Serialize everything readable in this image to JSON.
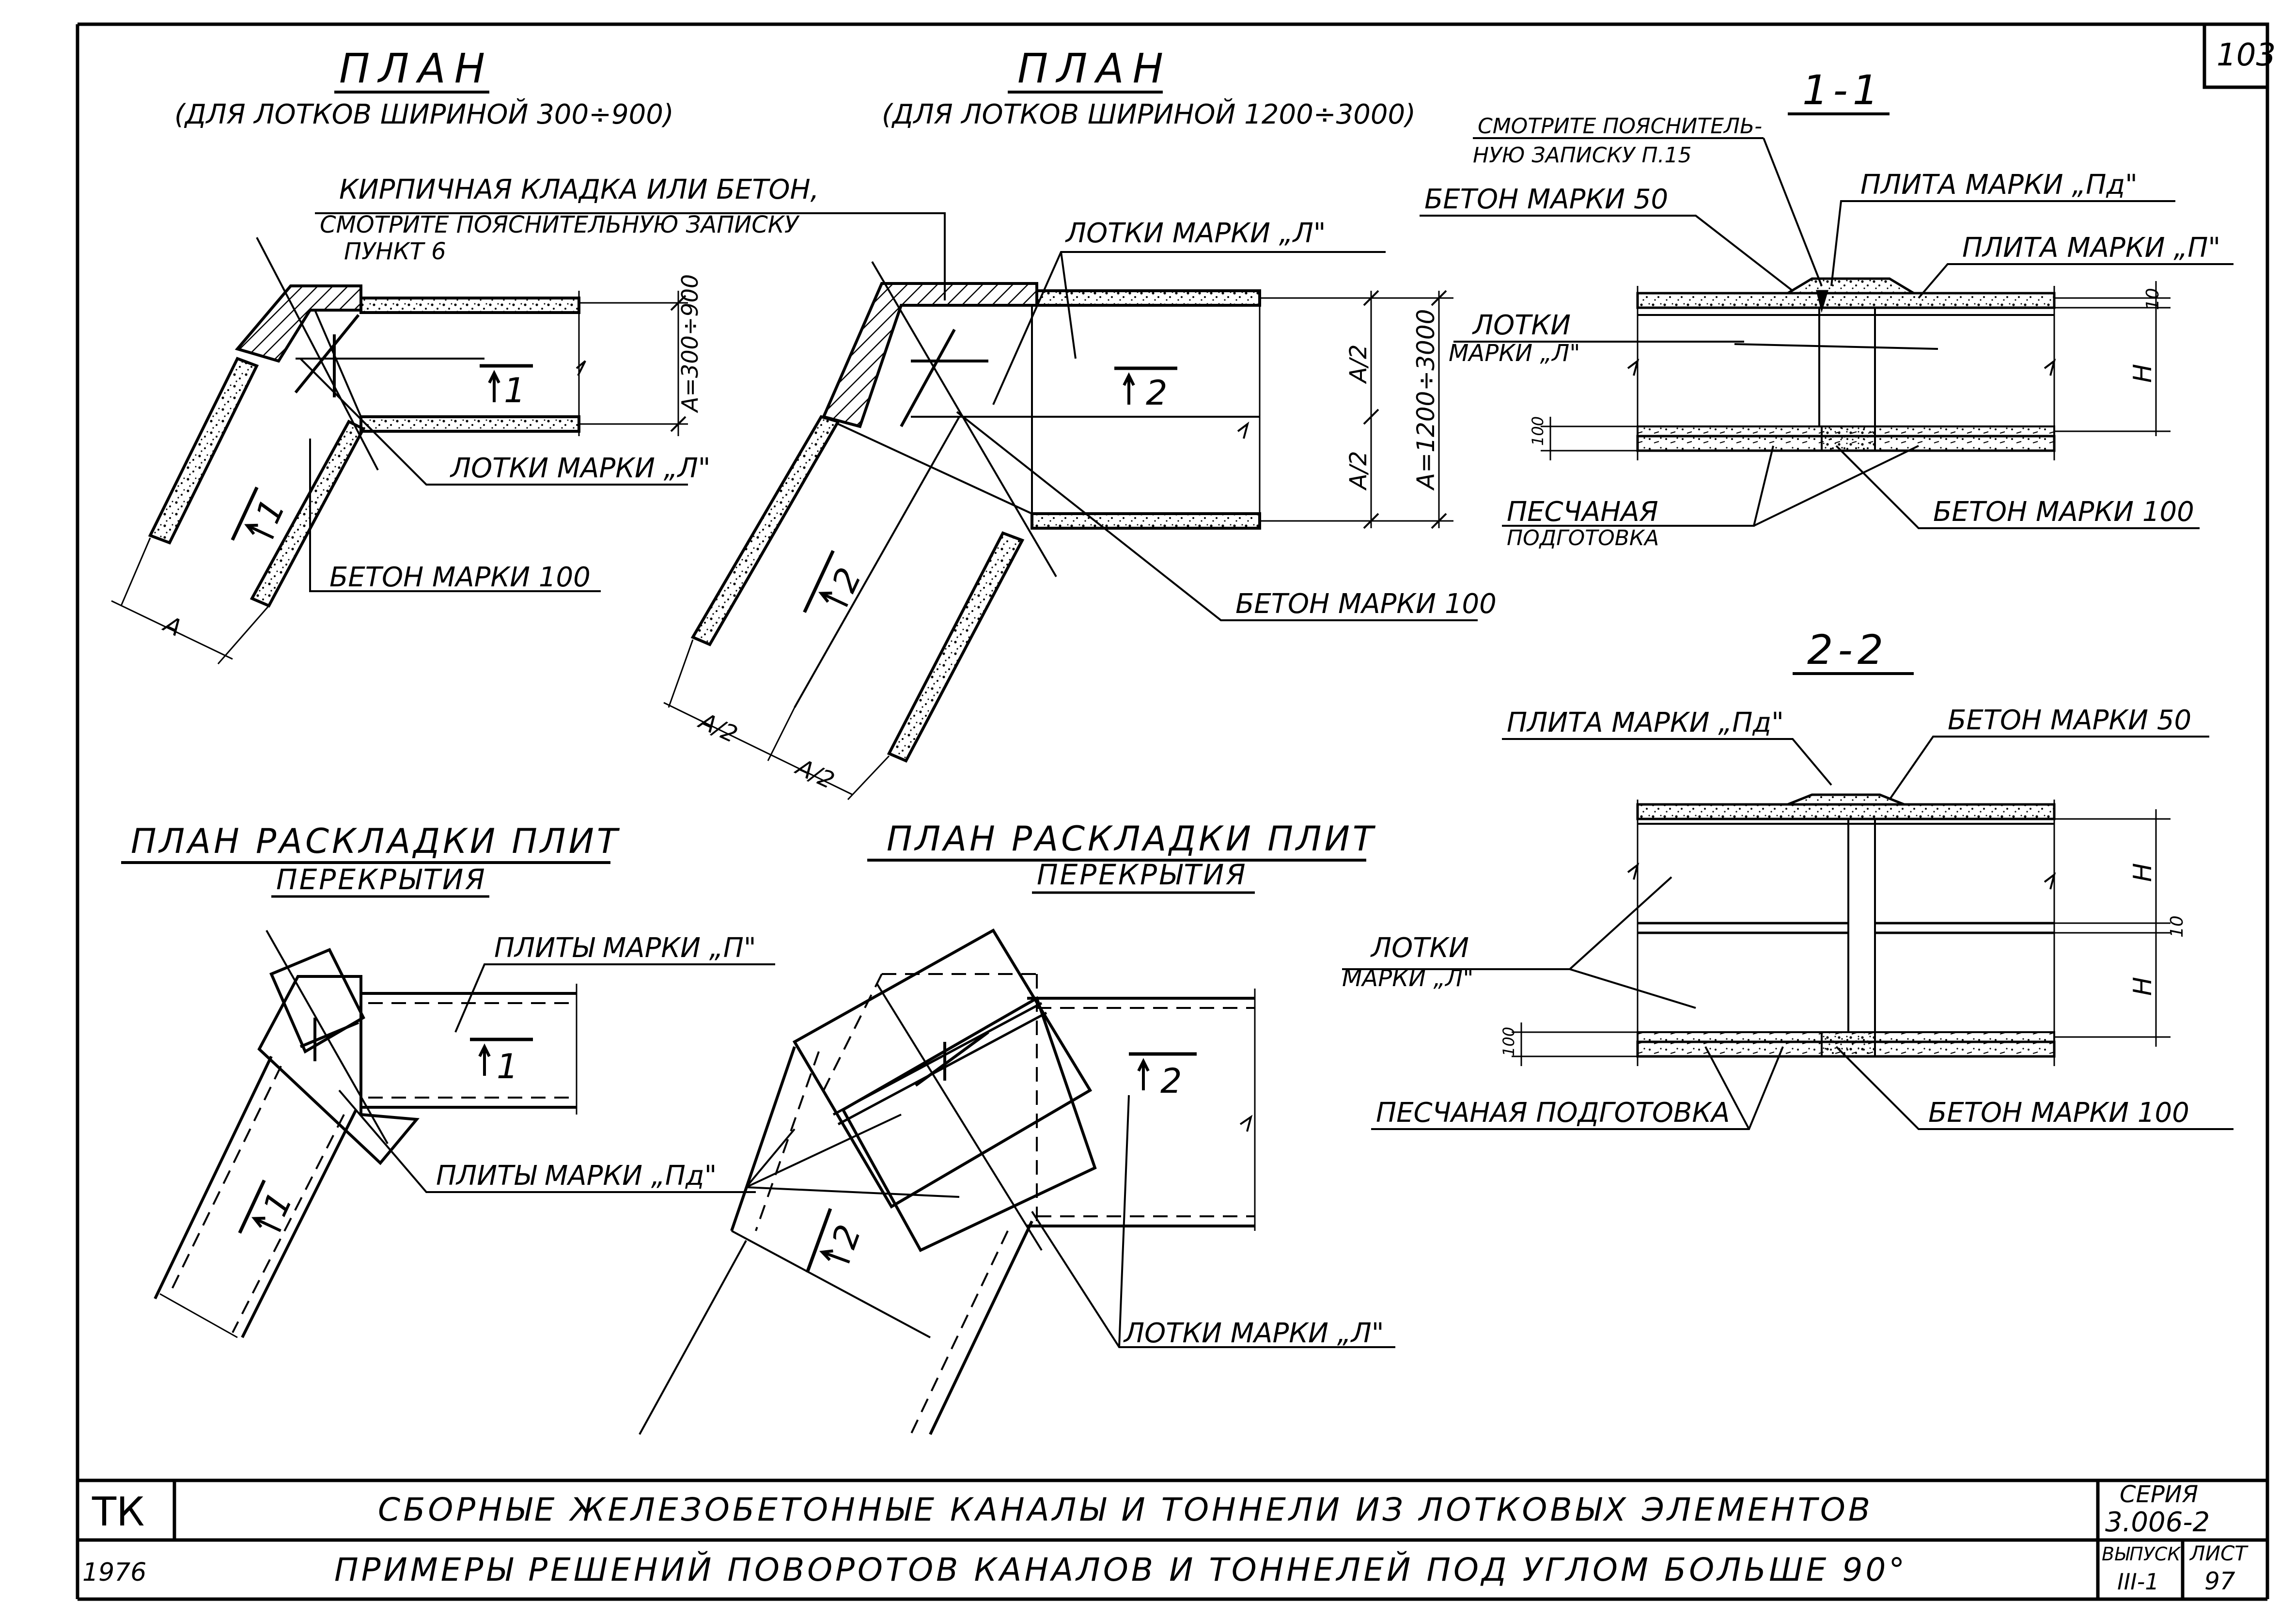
{
  "sheet": {
    "page_number": "103",
    "title_block": {
      "org": "ТК",
      "year": "1976",
      "line1": "СБОРНЫЕ ЖЕЛЕЗОБЕТОННЫЕ КАНАЛЫ И ТОННЕЛИ ИЗ ЛОТКОВЫХ ЭЛЕМЕНТОВ",
      "line2": "ПРИМЕРЫ РЕШЕНИЙ ПОВОРОТОВ КАНАЛОВ И ТОННЕЛЕЙ ПОД УГЛОМ БОЛЬШЕ 90°",
      "series_label": "СЕРИЯ",
      "series_value": "3.006-2",
      "issue_label": "ВЫПУСК",
      "issue_value": "III-1",
      "sheet_label": "ЛИСТ",
      "sheet_value": "97"
    }
  },
  "plan_small": {
    "title": "ПЛАН",
    "subtitle": "(ДЛЯ ЛОТКОВ ШИРИНОЙ 300÷900)",
    "note_masonry_1": "КИРПИЧНАЯ КЛАДКА ИЛИ БЕТОН,",
    "note_masonry_2": "СМОТРИТЕ ПОЯСНИТЕЛЬНУЮ ЗАПИСКУ",
    "note_masonry_3": "ПУНКТ 6",
    "trays": "ЛОТКИ МАРКИ „Л\"",
    "concrete": "БЕТОН МАРКИ 100",
    "dim_a": "А",
    "dim_width": "А=300÷900",
    "cut_mark": "1"
  },
  "plan_large": {
    "title": "ПЛАН",
    "subtitle": "(ДЛЯ ЛОТКОВ ШИРИНОЙ 1200÷3000)",
    "trays": "ЛОТКИ МАРКИ „Л\"",
    "concrete": "БЕТОН МАРКИ 100",
    "dim_half": "А/2",
    "dim_width": "А=1200÷3000",
    "cut_mark": "2"
  },
  "slab_plan_small": {
    "title_1": "ПЛАН РАСКЛАДКИ ПЛИТ",
    "title_2": "ПЕРЕКРЫТИЯ",
    "slabs_p": "ПЛИТЫ МАРКИ „П\"",
    "slabs_pd": "ПЛИТЫ МАРКИ „Пд\"",
    "cut_mark": "1"
  },
  "slab_plan_large": {
    "title_1": "ПЛАН РАСКЛАДКИ ПЛИТ",
    "title_2": "ПЕРЕКРЫТИЯ",
    "trays": "ЛОТКИ МАРКИ „Л\"",
    "cut_mark": "2"
  },
  "section_1": {
    "title": "1-1",
    "note_1": "СМОТРИТЕ ПОЯСНИТЕЛЬ-",
    "note_2": "НУЮ ЗАПИСКУ П.15",
    "concrete_50": "БЕТОН МАРКИ 50",
    "slab_pd": "ПЛИТА МАРКИ „Пд\"",
    "slab_p": "ПЛИТА МАРКИ „П\"",
    "trays_1": "ЛОТКИ",
    "trays_2": "МАРКИ „Л\"",
    "sand_1": "ПЕСЧАНАЯ",
    "sand_2": "ПОДГОТОВКА",
    "concrete_100": "БЕТОН МАРКИ 100",
    "dim_10": "10",
    "dim_h": "Н",
    "dim_100": "100"
  },
  "section_2": {
    "title": "2-2",
    "slab_pd": "ПЛИТА МАРКИ „Пд\"",
    "concrete_50": "БЕТОН МАРКИ 50",
    "trays_1": "ЛОТКИ",
    "trays_2": "МАРКИ „Л\"",
    "sand": "ПЕСЧАНАЯ ПОДГОТОВКА",
    "concrete_100": "БЕТОН МАРКИ 100",
    "dim_h": "Н",
    "dim_10": "10",
    "dim_100": "100"
  }
}
